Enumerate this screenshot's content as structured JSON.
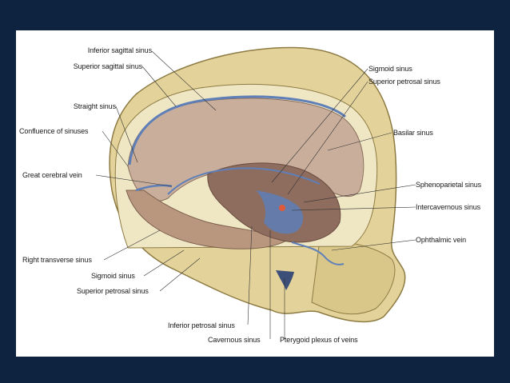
{
  "labels": {
    "inferior_sagittal_sinus": "Inferior sagittal sinus",
    "superior_sagittal_sinus": "Superior sagittal sinus",
    "straight_sinus": "Straight sinus",
    "confluence_of_sinuses": "Confluence of sinuses",
    "great_cerebral_vein": "Great cerebral vein",
    "right_transverse_sinus": "Right transverse sinus",
    "sigmoid_sinus_left": "Sigmoid sinus",
    "superior_petrosal_sinus_left": "Superior petrosal sinus",
    "inferior_petrosal_sinus": "Inferior petrosal sinus",
    "cavernous_sinus": "Cavernous sinus",
    "pterygoid_plexus_of_veins": "Pterygoid plexus of veins",
    "sigmoid_sinus_right": "Sigmoid sinus",
    "superior_petrosal_sinus_right": "Superior petrosal sinus",
    "basilar_sinus": "Basilar sinus",
    "sphenoparietal_sinus": "Sphenoparietal sinus",
    "intercavernous_sinus": "Intercavernous sinus",
    "ophthalmic_vein": "Ophthalmic vein"
  },
  "colors": {
    "background": "#0d2340",
    "bone": "#e3d39a",
    "dura": "#c9ae9b",
    "sinus_blue": "#5e7fb8"
  }
}
